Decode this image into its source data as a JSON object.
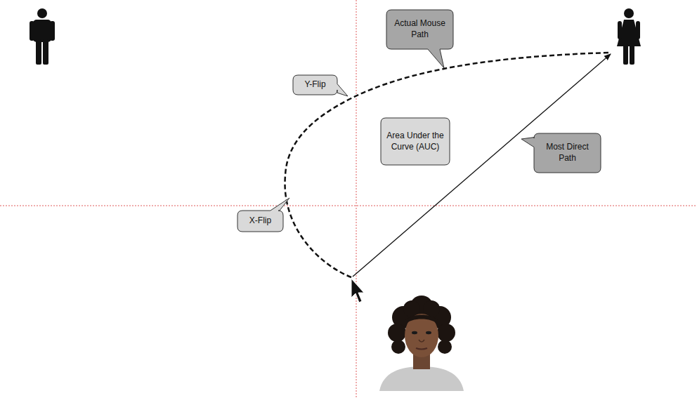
{
  "diagram": {
    "nodes": [
      {
        "text": [
          "Actual Mouse Path"
        ]
      },
      {
        "text": [
          "Y-Flip"
        ]
      },
      {
        "text": [
          "Area Under the Curve (AUC)"
        ]
      },
      {
        "text": [
          "Most Direct Path"
        ]
      },
      {
        "text": [
          "X-Flip"
        ]
      }
    ]
  }
}
